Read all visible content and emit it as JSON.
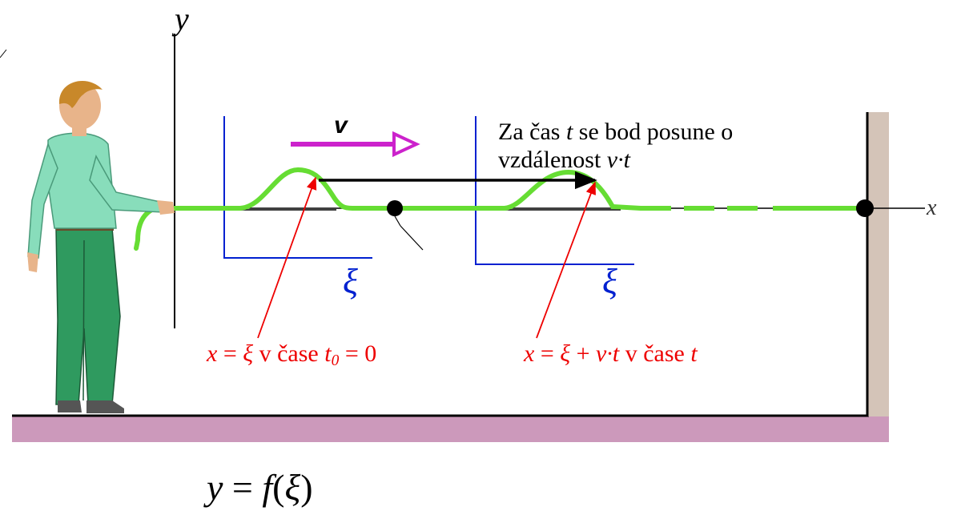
{
  "labels": {
    "y_axis": "y",
    "x_axis": "x",
    "velocity": "v",
    "xi": "ξ",
    "note": {
      "line1_prefix": "Za čas ",
      "line1_var": "t",
      "line1_suffix": " se bod posune o",
      "line2_prefix": "vzdálenost ",
      "line2_var": "v·t"
    },
    "caption_left": {
      "x": "x",
      "eq": " = ",
      "xi": "ξ",
      "text": " v čase ",
      "t": "t",
      "sub": "0",
      "rest": " = 0"
    },
    "caption_right": {
      "x": "x",
      "eq": " = ",
      "xi": "ξ",
      "plus": " + ",
      "vt": "v·t",
      "text": " v čase ",
      "t": "t"
    },
    "formula": {
      "y": "y",
      "eq": " = ",
      "f": "f",
      "open": "(",
      "xi": "ξ",
      "close": ")"
    }
  },
  "colors": {
    "rope": "#66dd33",
    "frame": "#0020d0",
    "arrow_velocity": "#cc22cc",
    "annotation": "#ee0000",
    "wall": "#d4c4b8",
    "floor": "#cc99bb"
  }
}
